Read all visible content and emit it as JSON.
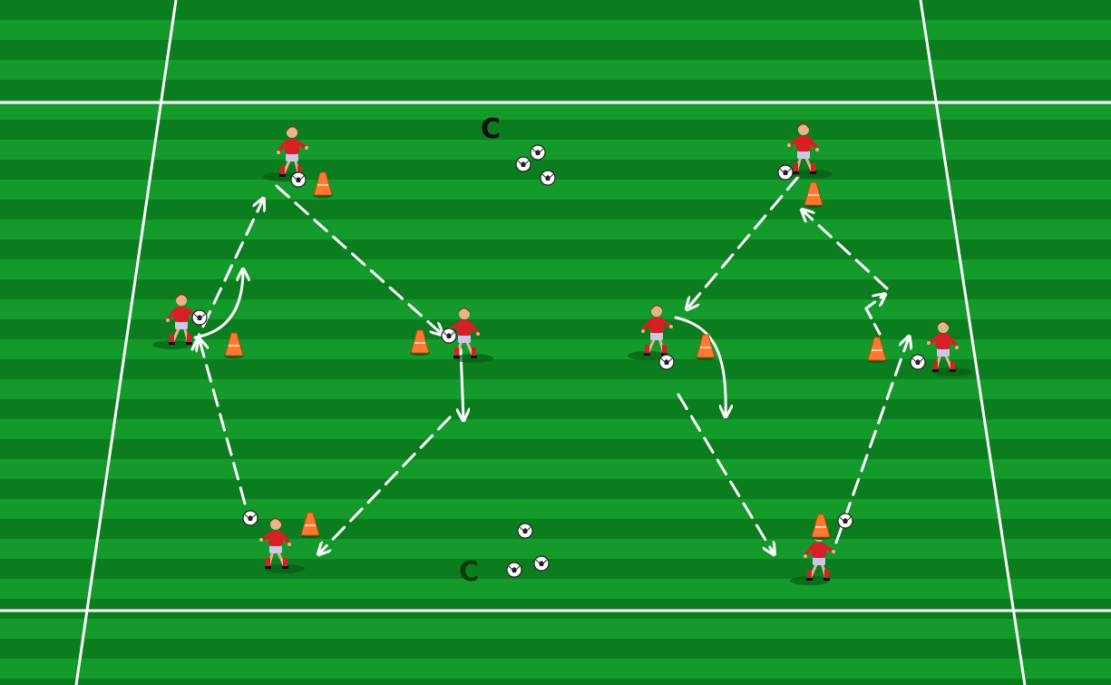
{
  "diagram": {
    "type": "soccer-drill",
    "colors": {
      "grass_dark": "#0b7d1e",
      "grass_light": "#139a2b",
      "lines": "#ffffff",
      "cone": "#ff7a2e",
      "jersey": "#d81f26",
      "shorts": "#c9c9e6",
      "ball": "#ffffff",
      "coach_top": "#111111",
      "coach_bottom": "#0a3a10"
    },
    "labels": {
      "coach_top": "C",
      "coach_bottom": "C"
    },
    "icons": [
      "player-icon",
      "cone-icon",
      "ball-icon",
      "arrow-icon"
    ]
  }
}
